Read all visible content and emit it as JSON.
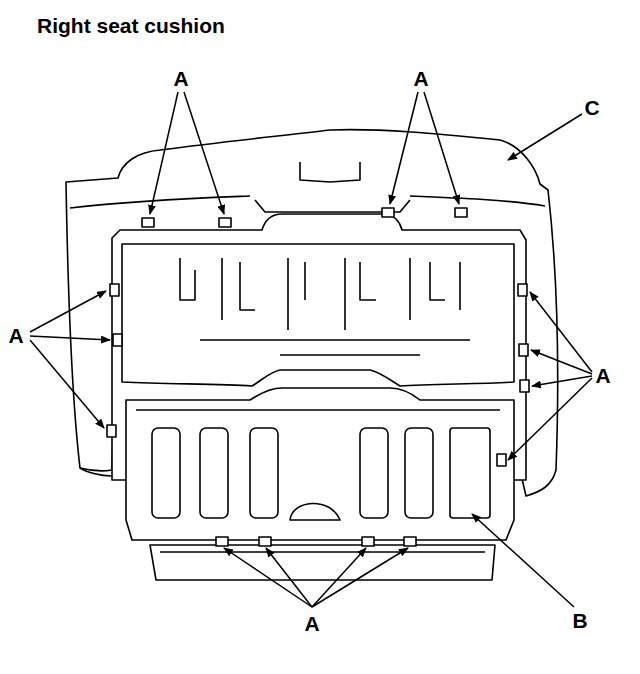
{
  "diagram": {
    "title": "Right seat cushion",
    "labels": [
      "A",
      "A",
      "C",
      "A",
      "A",
      "A",
      "B"
    ]
  }
}
